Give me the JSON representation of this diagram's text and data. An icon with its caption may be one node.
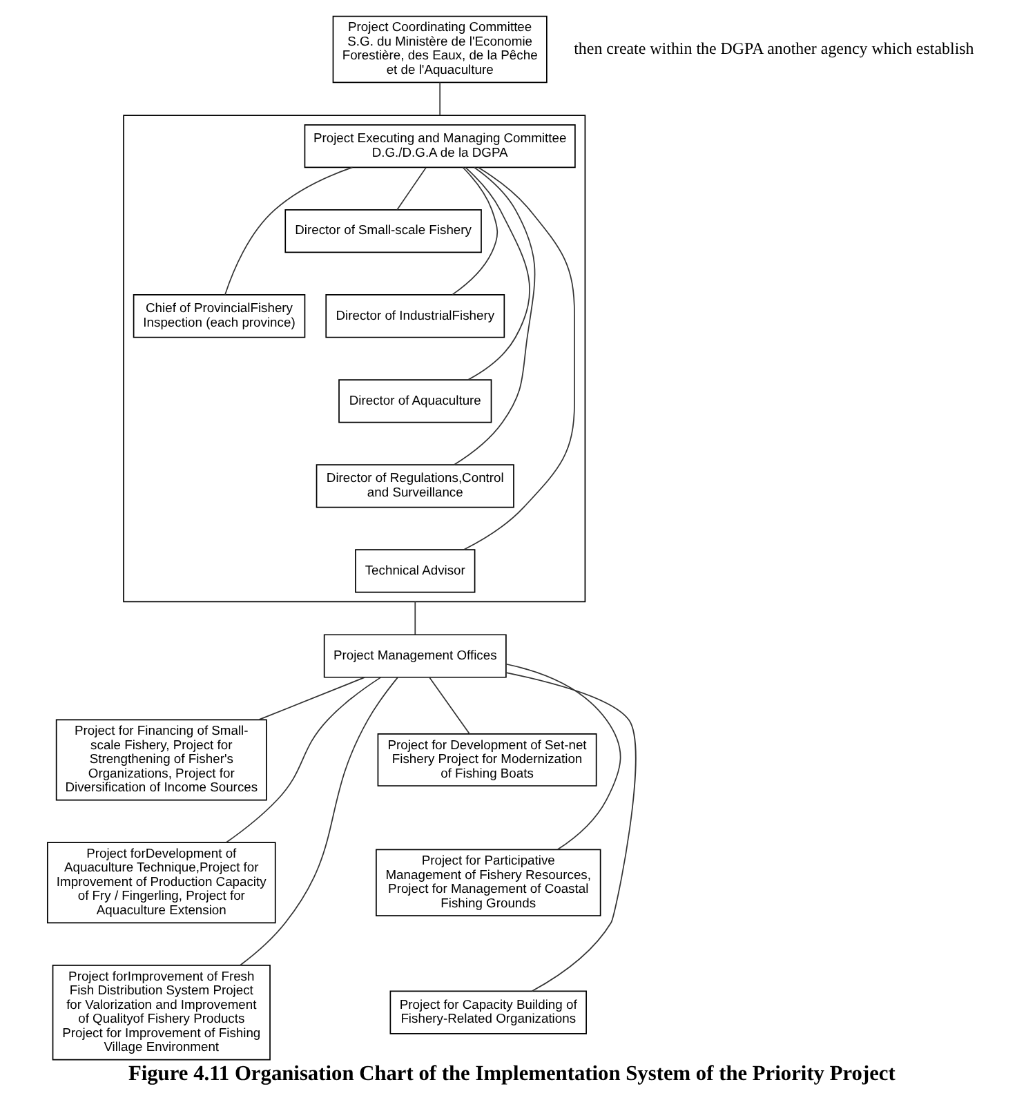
{
  "diagram": {
    "caption": "Figure 4.11 Organisation Chart of the Implementation System of the Priority Project",
    "nodes": [
      {
        "text": [
          "Project Coordinating Committee",
          "S.G. du Ministère de l'Economie Forestière, des Eaux, de la Pêche et de l'Aquaculture"
        ]
      },
      {
        "text": [],
        "shape": "box"
      },
      {
        "text": [
          "Project Executing and Managing Committee",
          "D.G./D.G.A de la DGPA"
        ],
        "in": 1
      },
      {
        "text": [
          "Chief of ProvincialFishery Inspection (each province)"
        ],
        "in": 1
      },
      {
        "text": [
          "Director of Small-scale Fishery"
        ],
        "in": 1
      },
      {
        "text": [
          "Director of IndustrialFishery"
        ],
        "in": 1
      },
      {
        "text": [
          "Director of Aquaculture"
        ],
        "in": 1
      },
      {
        "text": [
          "Director of Regulations,Control and Surveillance"
        ],
        "in": 1
      },
      {
        "text": [
          "Technical Advisor"
        ],
        "in": 1
      },
      {
        "text": [
          "Project Management Offices"
        ]
      },
      {
        "text": [
          "Project for Financing of Small-scale Fishery, Project for Strengthening of Fisher's Organizations, Project for Diversification of Income Sources"
        ]
      },
      {
        "text": [
          "Project forDevelopment of Aquaculture Technique,Project for Improvement of Production Capacity of Fry / Fingerling, Project for Aquaculture Extension"
        ]
      },
      {
        "text": [
          "Project forImprovement of Fresh Fish Distribution System Project for Valorization and Improvement of Qualityof Fishery Products Project for Improvement of Fishing Village Environment"
        ]
      },
      {
        "text": [
          "Project for Development of Set-net Fishery Project for Modernization of Fishing Boats"
        ]
      },
      {
        "text": [
          "Project for Participative Management of Fishery Resources, Project for Management of Coastal Fishing Grounds"
        ]
      },
      {
        "text": [
          "Project for Capacity Building of Fishery-Related Organizations"
        ]
      }
    ],
    "edges": [
      {
        "from": 0,
        "to": 1,
        "arrow": "none"
      },
      {
        "from": 2,
        "to": 3,
        "arrow": "none"
      },
      {
        "from": 2,
        "to": 4,
        "arrow": "none"
      },
      {
        "from": 2,
        "to": 5,
        "arrow": "none"
      },
      {
        "from": 2,
        "to": 6,
        "arrow": "none"
      },
      {
        "from": 2,
        "to": 7,
        "arrow": "none"
      },
      {
        "from": 2,
        "to": 8,
        "arrow": "none"
      },
      {
        "from": 1,
        "to": 9,
        "arrow": "none"
      },
      {
        "from": 9,
        "to": 10,
        "arrow": "none"
      },
      {
        "from": 9,
        "to": 11,
        "arrow": "none"
      },
      {
        "from": 9,
        "to": 12,
        "arrow": "none"
      },
      {
        "from": 9,
        "to": 13,
        "arrow": "none"
      },
      {
        "from": 9,
        "to": 14,
        "arrow": "none"
      },
      {
        "from": 9,
        "to": 15,
        "arrow": "none"
      }
    ],
    "labels": [
      "then create within the DGPA another agency which establish"
    ]
  }
}
